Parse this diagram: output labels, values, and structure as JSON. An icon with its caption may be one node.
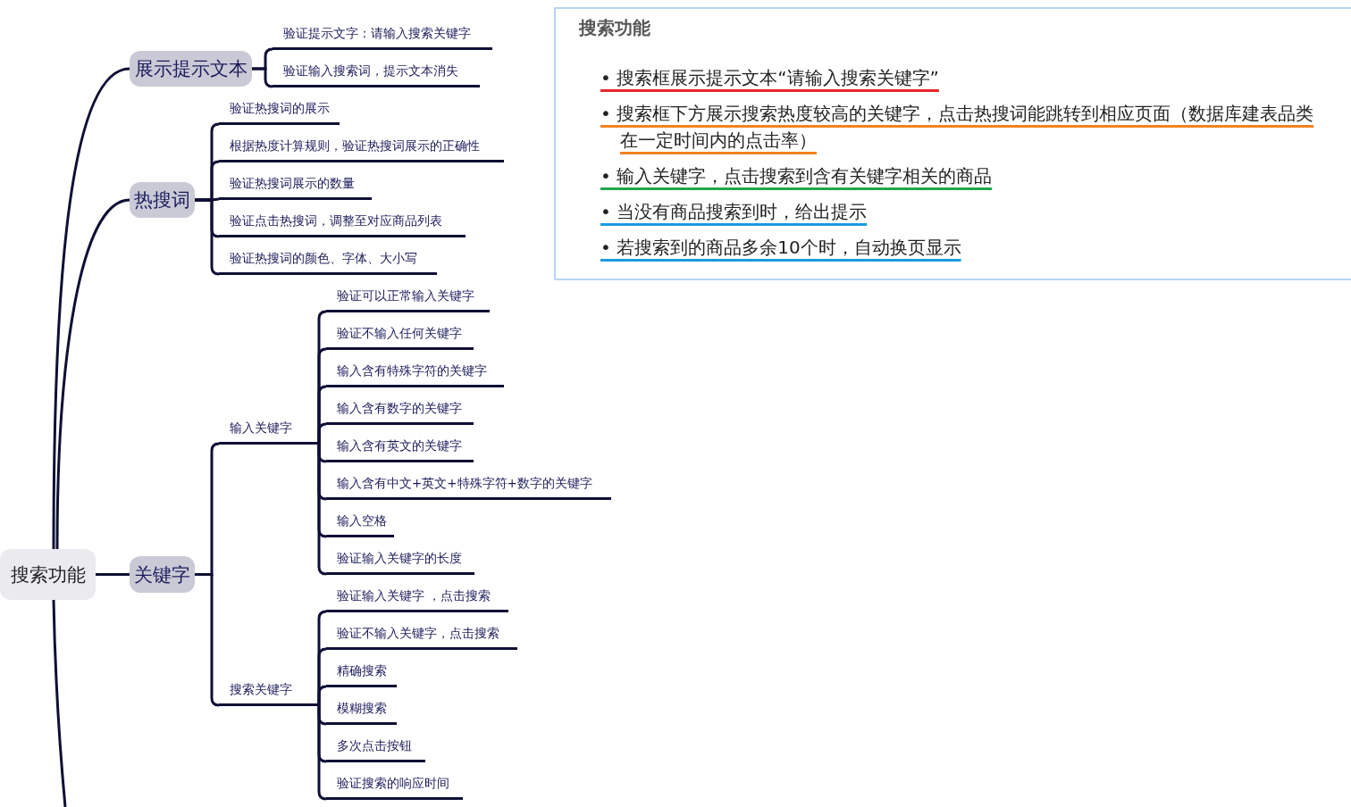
{
  "diagram": {
    "nodes": [
      {
        "text": [
          "搜索功能"
        ]
      },
      {
        "text": [
          "展示提示文本"
        ]
      },
      {
        "text": [
          "热搜词"
        ]
      },
      {
        "text": [
          "关键字"
        ]
      },
      {
        "text": [
          "验证提示文字：请输入搜索关键字"
        ]
      },
      {
        "text": [
          "验证输入搜索词，提示文本消失"
        ]
      },
      {
        "text": [
          "验证热搜词的展示"
        ]
      },
      {
        "text": [
          "根据热度计算规则，验证热搜词展示的正确性"
        ]
      },
      {
        "text": [
          "验证热搜词展示的数量"
        ]
      },
      {
        "text": [
          "验证点击热搜词，调整至对应商品列表"
        ]
      },
      {
        "text": [
          "验证热搜词的颜色、字体、大小写"
        ]
      },
      {
        "text": [
          "输入关键字"
        ]
      },
      {
        "text": [
          "搜索关键字"
        ]
      },
      {
        "text": [
          "验证可以正常输入关键字"
        ]
      },
      {
        "text": [
          "验证不输入任何关键字"
        ]
      },
      {
        "text": [
          "输入含有特殊字符的关键字"
        ]
      },
      {
        "text": [
          "输入含有数字的关键字"
        ]
      },
      {
        "text": [
          "输入含有英文的关键字"
        ]
      },
      {
        "text": [
          "输入含有中文+英文+特殊字符+数字的关键字"
        ]
      },
      {
        "text": [
          "输入空格"
        ]
      },
      {
        "text": [
          "验证输入关键字的长度"
        ]
      },
      {
        "text": [
          "验证输入关键字 ，点击搜索"
        ]
      },
      {
        "text": [
          "验证不输入关键字，点击搜索"
        ]
      },
      {
        "text": [
          "精确搜索"
        ]
      },
      {
        "text": [
          "模糊搜索"
        ]
      },
      {
        "text": [
          "多次点击按钮"
        ]
      },
      {
        "text": [
          "验证搜索的响应时间"
        ]
      },
      {
        "text": [
          "搜索功能",
          "• 搜索框展示提示文本“请输入搜索关键字”",
          "• 搜索框下方展示搜索热度较高的关键字，点击热搜词能跳转到相应页面（数据库建表品类在一定时间内的点击率）",
          "• 输入关键字，点击搜索到含有关键字相关的商品",
          "• 当没有商品搜索到时，给出提示",
          "• 若搜索到的商品多余10个时，自动换页显示"
        ]
      }
    ],
    "edges": [
      {
        "from": 0,
        "to": 1,
        "arrow": "none"
      },
      {
        "from": 0,
        "to": 2,
        "arrow": "none"
      },
      {
        "from": 0,
        "to": 3,
        "arrow": "none"
      },
      {
        "from": 0,
        "to": null,
        "arrow": "none"
      },
      {
        "from": 1,
        "to": 4,
        "arrow": "none"
      },
      {
        "from": 1,
        "to": 5,
        "arrow": "none"
      },
      {
        "from": 2,
        "to": 6,
        "arrow": "none"
      },
      {
        "from": 2,
        "to": 7,
        "arrow": "none"
      },
      {
        "from": 2,
        "to": 8,
        "arrow": "none"
      },
      {
        "from": 2,
        "to": 9,
        "arrow": "none"
      },
      {
        "from": 2,
        "to": 10,
        "arrow": "none"
      },
      {
        "from": 3,
        "to": 11,
        "arrow": "none"
      },
      {
        "from": 3,
        "to": 12,
        "arrow": "none"
      },
      {
        "from": 11,
        "to": 13,
        "arrow": "none"
      },
      {
        "from": 11,
        "to": 14,
        "arrow": "none"
      },
      {
        "from": 11,
        "to": 15,
        "arrow": "none"
      },
      {
        "from": 11,
        "to": 16,
        "arrow": "none"
      },
      {
        "from": 11,
        "to": 17,
        "arrow": "none"
      },
      {
        "from": 11,
        "to": 18,
        "arrow": "none"
      },
      {
        "from": 11,
        "to": 19,
        "arrow": "none"
      },
      {
        "from": 11,
        "to": 20,
        "arrow": "none"
      },
      {
        "from": 12,
        "to": 21,
        "arrow": "none"
      },
      {
        "from": 12,
        "to": 22,
        "arrow": "none"
      },
      {
        "from": 12,
        "to": 23,
        "arrow": "none"
      },
      {
        "from": 12,
        "to": 24,
        "arrow": "none"
      },
      {
        "from": 12,
        "to": 25,
        "arrow": "none"
      },
      {
        "from": 12,
        "to": 26,
        "arrow": "none"
      }
    ]
  }
}
